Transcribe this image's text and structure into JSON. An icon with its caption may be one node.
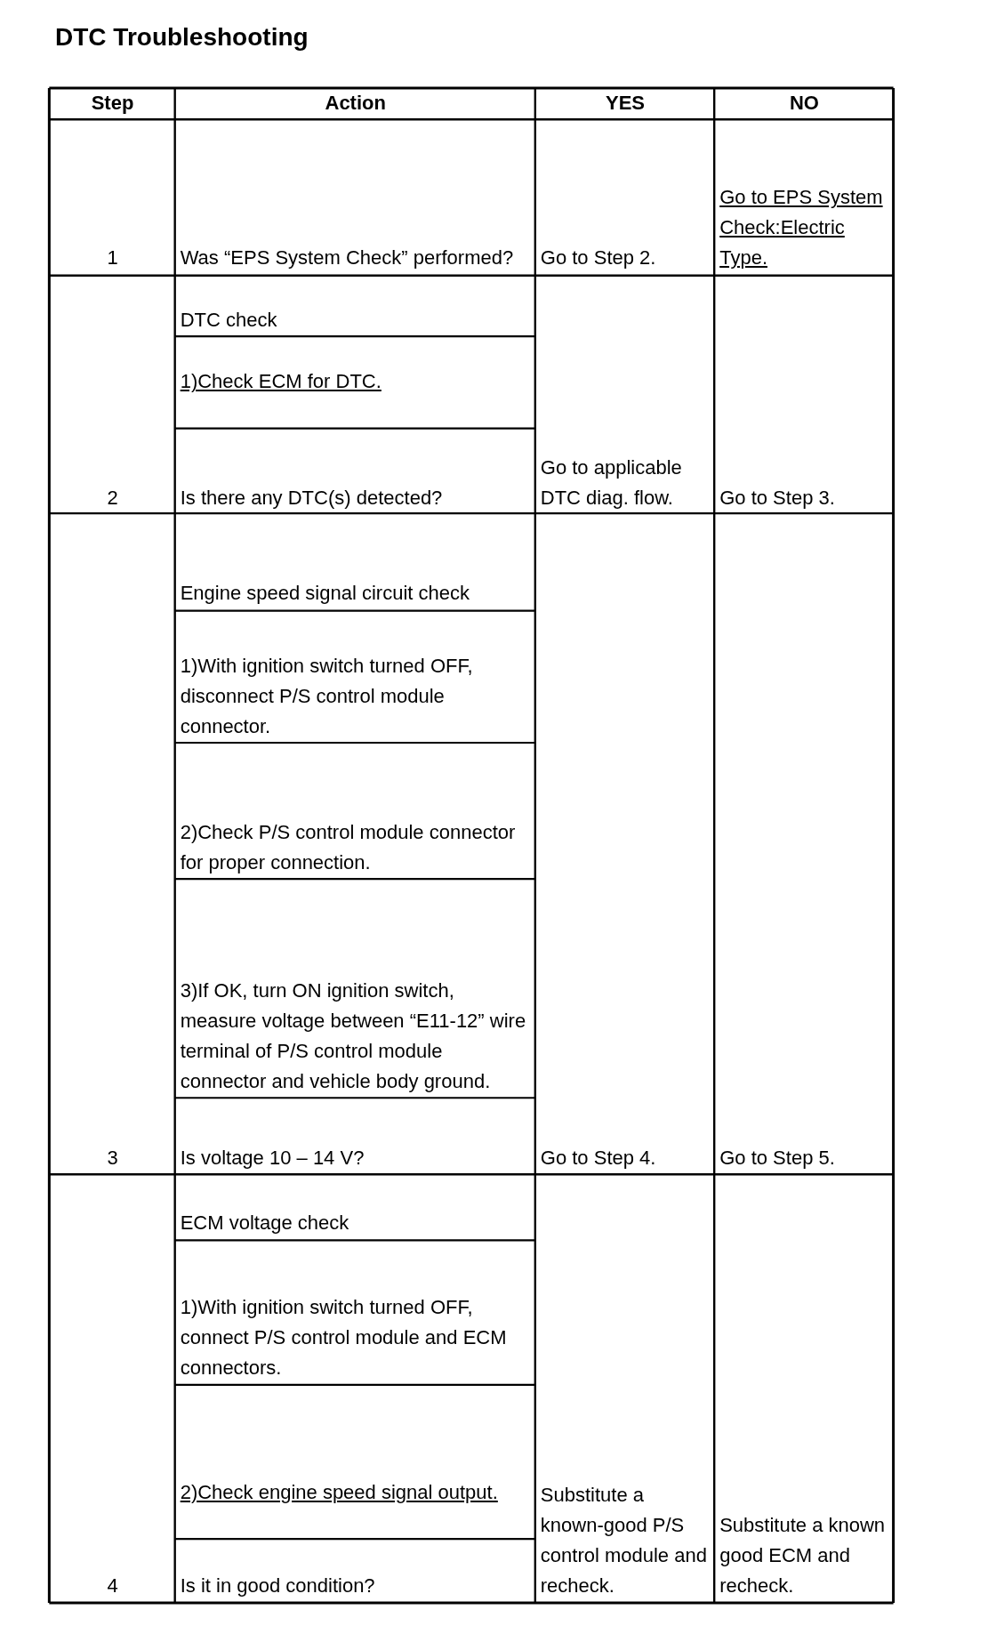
{
  "diagram": {
    "title": "DTC Troubleshooting",
    "labels": [
      "Step",
      "Action",
      "YES",
      "NO",
      "1",
      "Was “EPS System Check” performed?",
      "Go to Step 2.",
      "Go to EPS System Check:Electric Type.",
      "2",
      "DTC check",
      "1)Check ECM for DTC.",
      "Is there any DTC(s) detected?",
      "Go to applicable DTC diag. flow.",
      "Go to Step 3.",
      "3",
      "Engine speed signal circuit check",
      "1)With ignition switch turned OFF, disconnect P/S control module connector.",
      "2)Check P/S control module connector for proper connection.",
      "3)If OK, turn ON ignition switch, measure voltage between “E11-12” wire terminal of P/S control module connector and vehicle body ground.",
      "Is voltage 10 – 14 V?",
      "Go to Step 4.",
      "Go to Step 5.",
      "4",
      "ECM voltage check",
      "1)With ignition switch turned OFF, connect P/S control module and ECM connectors.",
      "2)Check engine speed signal output.",
      "Is it in good condition?",
      "Substitute a known-good P/S control module and recheck.",
      "Substitute a known good ECM and recheck."
    ]
  }
}
